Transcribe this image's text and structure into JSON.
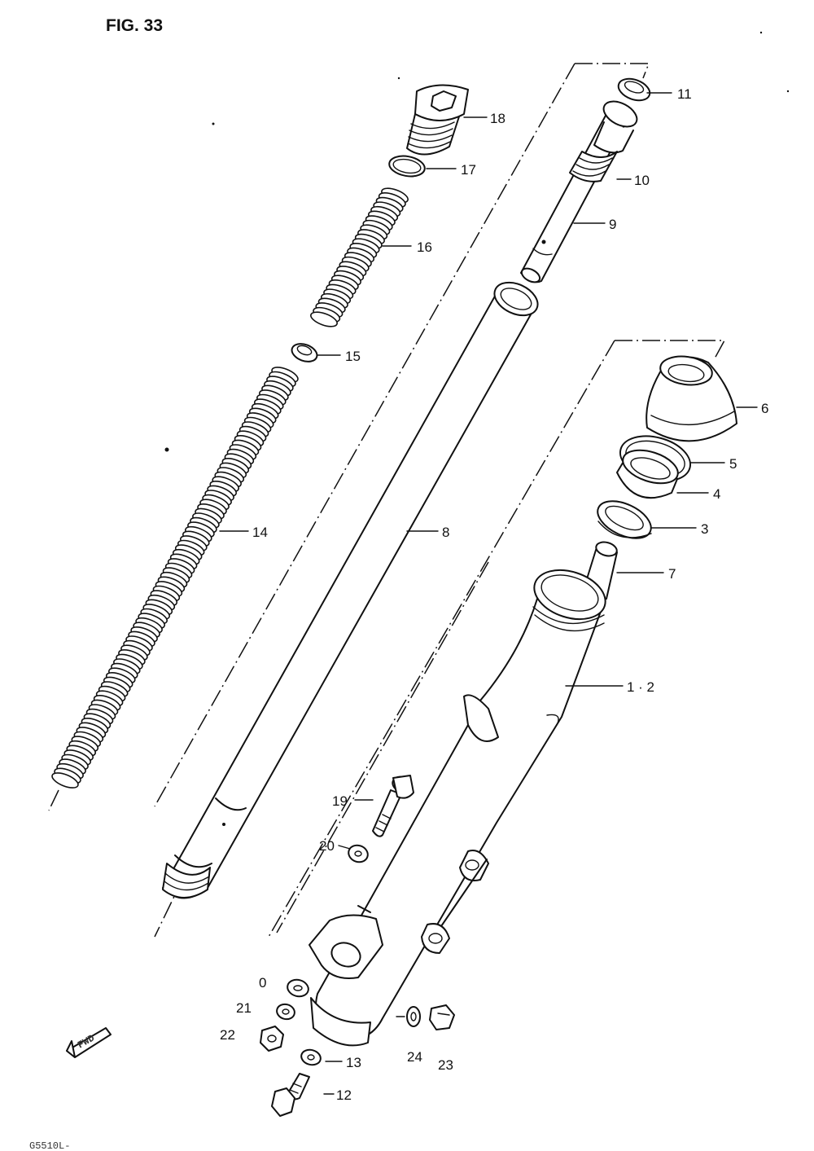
{
  "figure": {
    "title": "FIG. 33",
    "footer_code": "G5510L-"
  },
  "fwd_label": "FWD",
  "callouts": {
    "c1_2": "1 · 2",
    "c3": "3",
    "c4": "4",
    "c5": "5",
    "c6": "6",
    "c7": "7",
    "c8": "8",
    "c9": "9",
    "c10": "10",
    "c11": "11",
    "c12": "12",
    "c13": "13",
    "c14": "14",
    "c15": "15",
    "c16": "16",
    "c17": "17",
    "c18": "18",
    "c19": "19",
    "c20a": "20",
    "c20b": "0",
    "c21": "21",
    "c22": "22",
    "c23": "23",
    "c24": "24"
  }
}
